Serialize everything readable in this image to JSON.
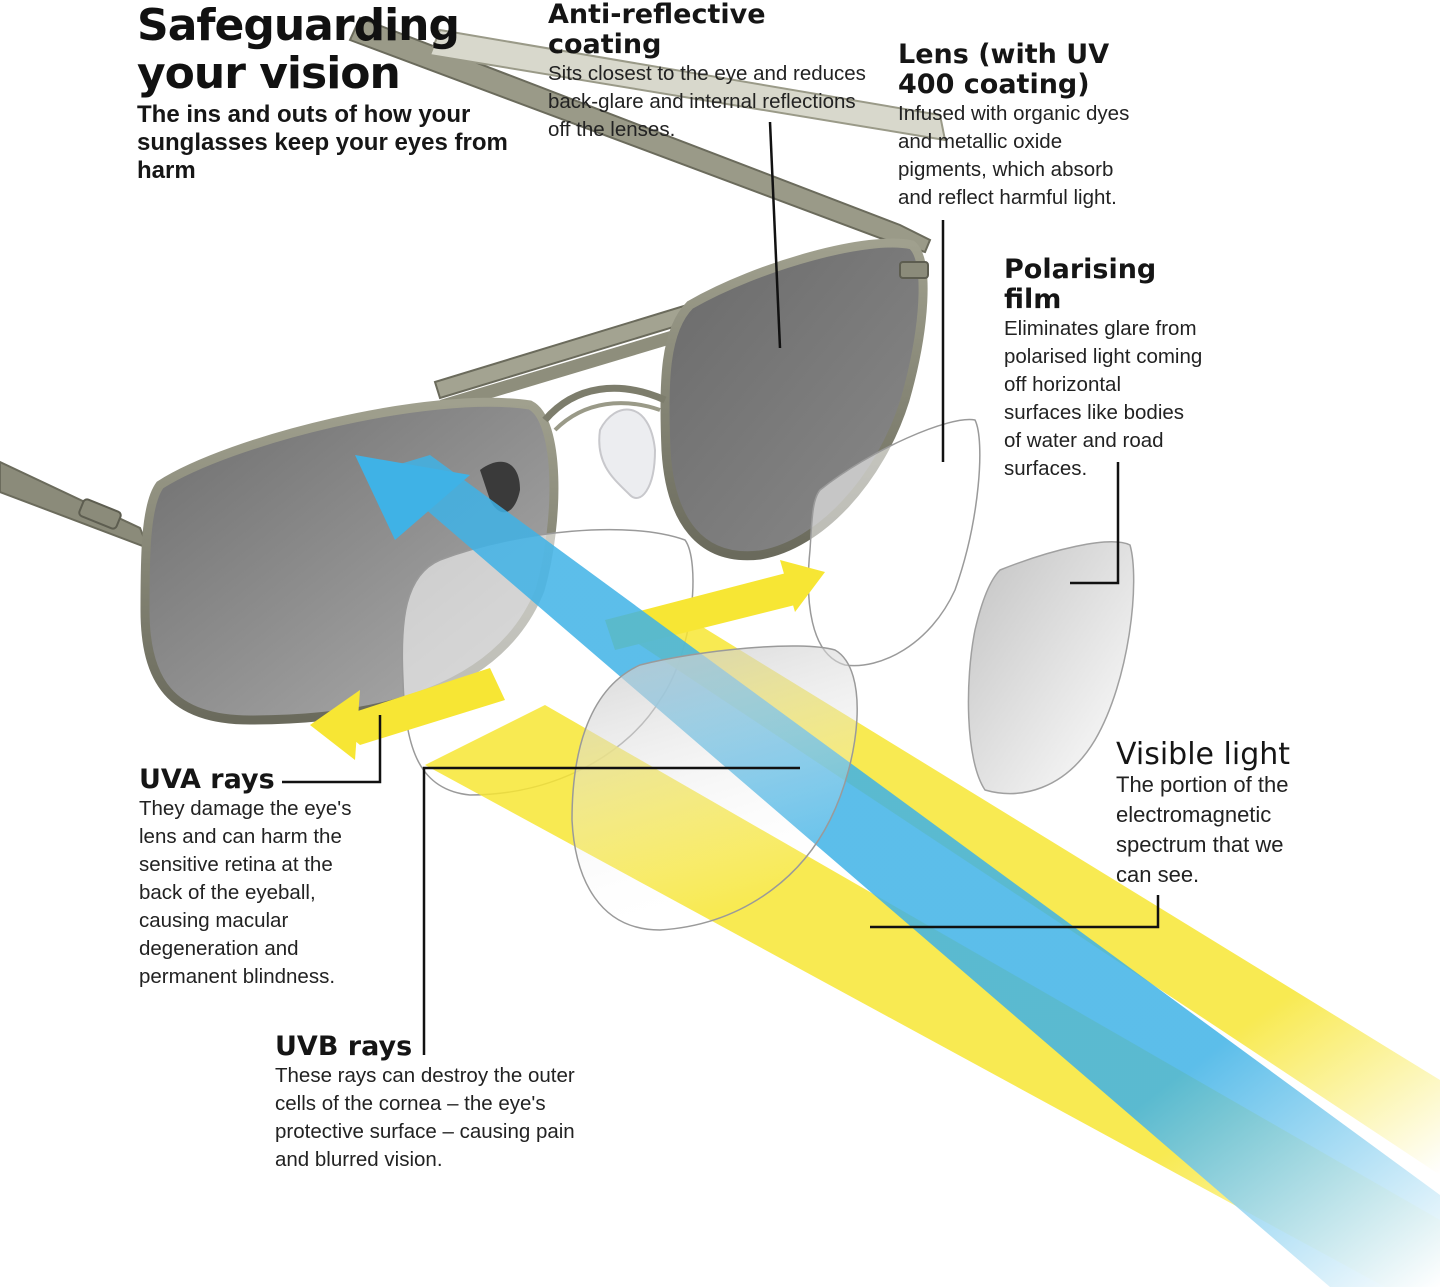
{
  "header": {
    "title": "Safeguarding your vision",
    "subtitle": "The ins and outs of how your sunglasses keep your eyes from harm"
  },
  "callouts": {
    "anti_reflective": {
      "heading": "Anti-reflective coating",
      "text": "Sits closest to the eye and reduces back-glare and internal reflections off the lenses."
    },
    "lens": {
      "heading": "Lens (with UV 400 coating)",
      "text": "Infused with organic dyes and metallic oxide pigments, which absorb and reflect harmful light."
    },
    "polarising": {
      "heading": "Polarising film",
      "text": "Eliminates glare from polarised light coming off horizontal surfaces like bodies of water and road surfaces."
    },
    "uva": {
      "heading": "UVA rays",
      "text": "They damage the eye's lens and can harm the sensitive retina at the back of the eyeball, causing macular degeneration and permanent blindness."
    },
    "visible": {
      "heading": "Visible light",
      "text": "The portion of the electromagnetic spectrum that we can see."
    },
    "uvb": {
      "heading": "UVB rays",
      "text": "These rays can destroy the outer cells of the cornea – the eye's protective surface – causing pain and blurred vision."
    }
  },
  "colors": {
    "visible_ray": "#3fb2e6",
    "uv_ray": "#f7e634",
    "frame": "#8a8a78",
    "lens_tint": "#7d7d7d",
    "leader_line": "#111111"
  }
}
